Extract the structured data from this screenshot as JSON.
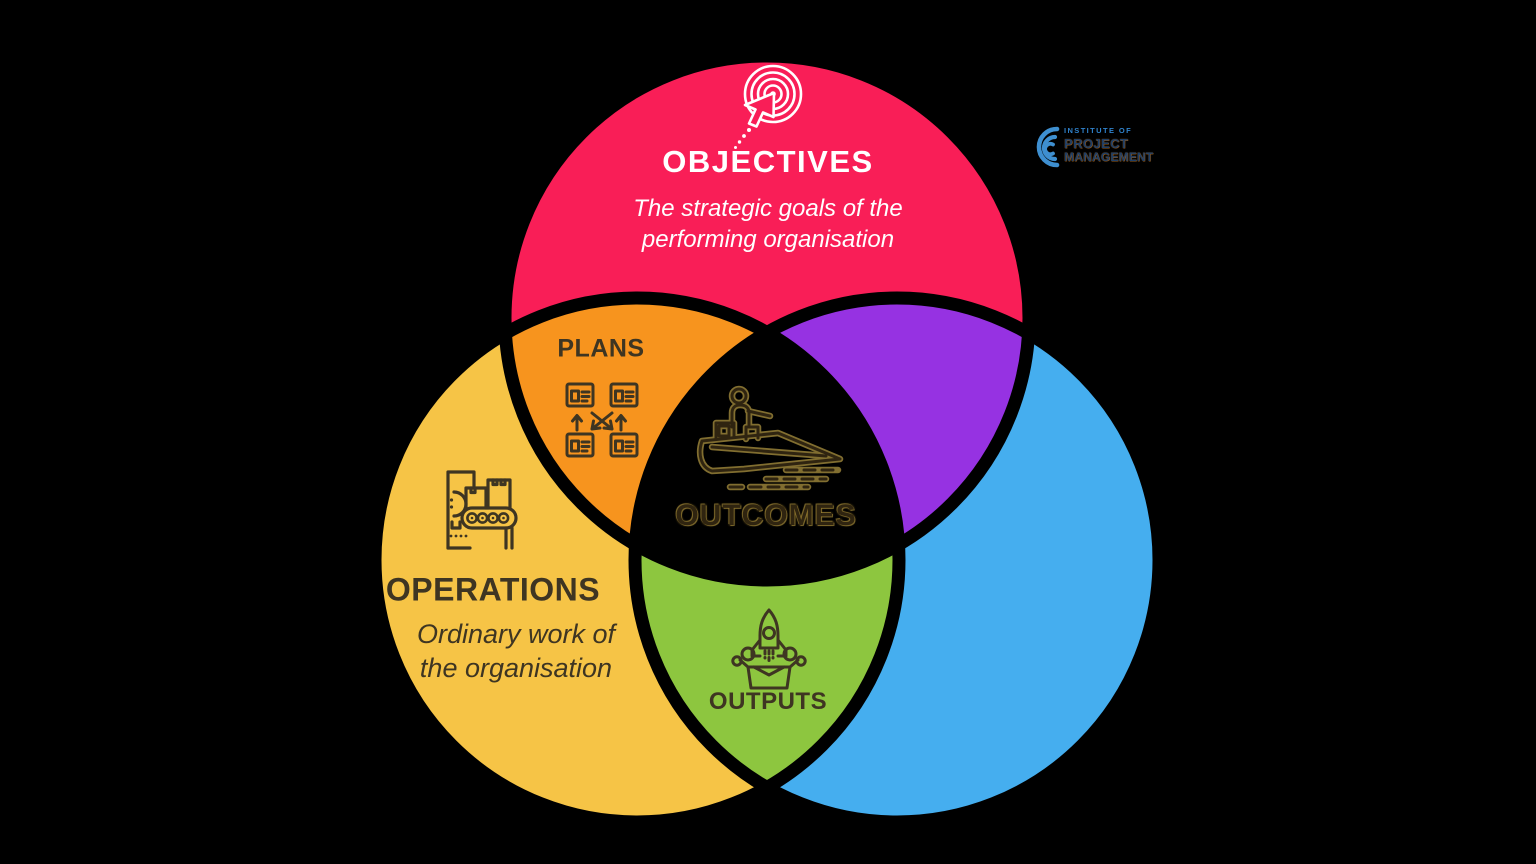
{
  "background_color": "#000000",
  "venn": {
    "objectives": {
      "label": "OBJECTIVES",
      "description_line1": "The strategic goals of the",
      "description_line2": "performing organisation",
      "color": "#F91E57",
      "text_color": "#FFFFFF",
      "icon": "target-cursor-icon"
    },
    "plans": {
      "label": "PLANS",
      "color": "#F7941E",
      "icon": "documents-exchange-icon"
    },
    "operations": {
      "label": "OPERATIONS",
      "description_line1": "Ordinary work of",
      "description_line2": "the organisation",
      "color": "#F6C446",
      "icon": "conveyor-belt-icon"
    },
    "outcomes": {
      "label": "OUTCOMES",
      "text_color": "#2F2410",
      "outline_color": "#8F7A36",
      "icon": "speedboat-icon"
    },
    "outputs": {
      "label": "OUTPUTS",
      "color": "#8DC63F",
      "icon": "rocket-launch-icon"
    },
    "projects": {
      "color": "#45AEEF"
    },
    "objectives_projects_overlap": {
      "color": "#9632E2"
    },
    "label_color": "#3E3522"
  },
  "logo": {
    "line1": "INSTITUTE OF",
    "line2": "PROJECT",
    "line3": "MANAGEMENT",
    "icon": "spiral-shell-icon",
    "icon_color": "#3E8FD0",
    "small_text_color": "#2F82CC",
    "main_text_color": "#1E3E66"
  }
}
